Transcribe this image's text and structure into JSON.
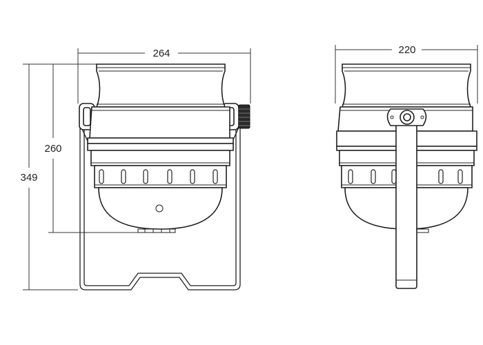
{
  "dimensions": {
    "front_width": "264",
    "side_width": "220",
    "body_height": "260",
    "total_height": "349"
  },
  "colors": {
    "line": "#1f1f1f",
    "background": "#ffffff"
  }
}
